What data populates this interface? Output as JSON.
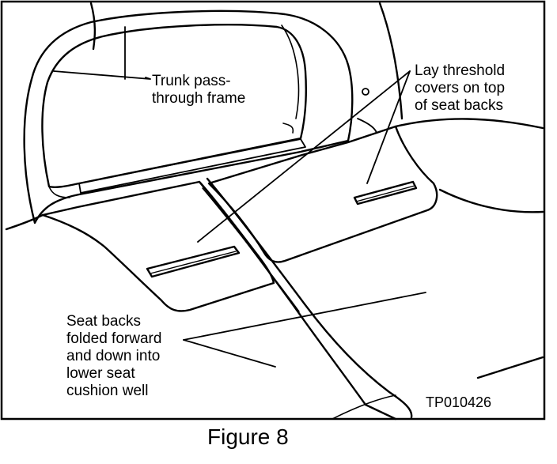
{
  "labels": {
    "trunk_frame": [
      "Trunk pass-",
      "through frame"
    ],
    "threshold_covers": [
      "Lay threshold",
      "covers on top",
      "of seat backs"
    ],
    "seat_backs": [
      "Seat backs",
      "folded forward",
      "and down into",
      "lower seat",
      "cushion well"
    ]
  },
  "code": "TP010426",
  "caption": "Figure 8",
  "colors": {
    "line": "#000000",
    "background": "#ffffff"
  }
}
